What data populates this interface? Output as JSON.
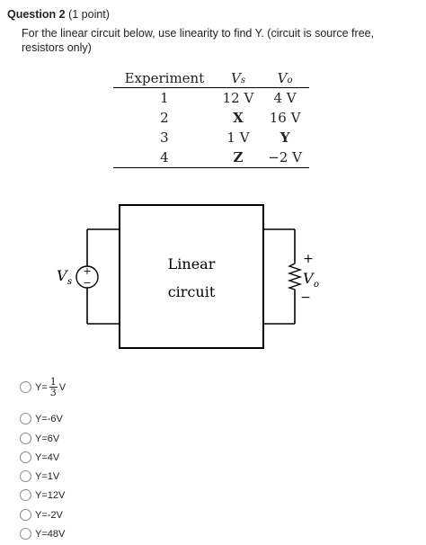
{
  "question": {
    "title": "Question 2",
    "points": "(1 point)",
    "prompt": "For the linear circuit below, use linearity to find Y. (circuit is source free, resistors only)"
  },
  "table": {
    "headers": {
      "experiment": "Experiment",
      "vs_var": "V",
      "vs_sub": "s",
      "vo_var": "V",
      "vo_sub": "o"
    },
    "rows": [
      {
        "exp": "1",
        "vs": "12 V",
        "vo": "4 V"
      },
      {
        "exp": "2",
        "vs": "X",
        "vo": "16 V"
      },
      {
        "exp": "3",
        "vs": "1 V",
        "vo": "Y"
      },
      {
        "exp": "4",
        "vs": "Z",
        "vo": "−2 V"
      }
    ]
  },
  "circuit": {
    "box_line1": "Linear",
    "box_line2": "circuit",
    "source_label_var": "V",
    "source_label_sub": "s",
    "source_plus": "+",
    "source_minus": "−",
    "output_plus": "+",
    "output_minus": "−",
    "output_label_var": "V",
    "output_label_sub": "o"
  },
  "options": {
    "first_prefix": "Y=",
    "first_num": "1",
    "first_den": "3",
    "first_suffix": "V",
    "list": [
      "Y=-6V",
      "Y=6V",
      "Y=4V",
      "Y=1V",
      "Y=12V",
      "Y=-2V",
      "Y=48V"
    ]
  }
}
